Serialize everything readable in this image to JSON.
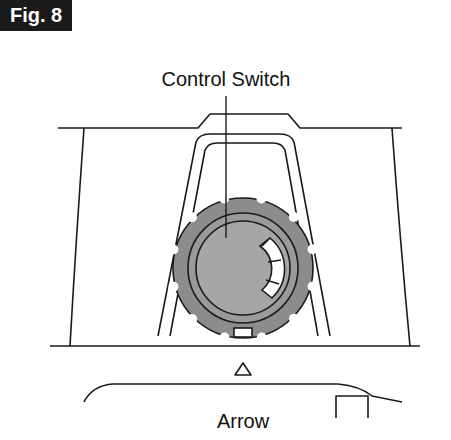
{
  "diagram": {
    "title": "Fig. 8",
    "labels": [
      "Control Switch",
      "Arrow"
    ]
  }
}
